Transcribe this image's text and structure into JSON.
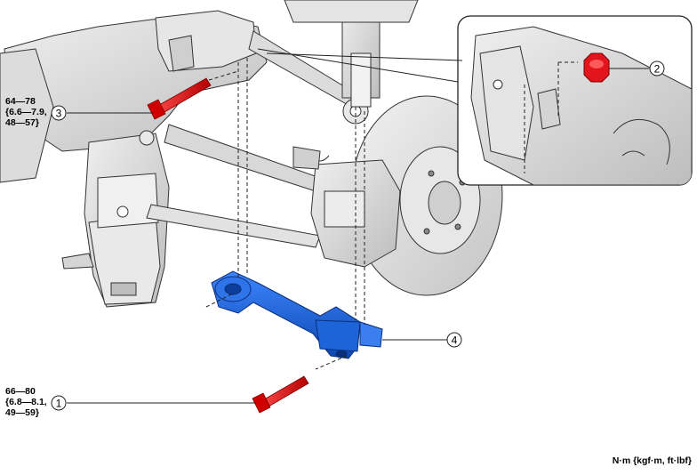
{
  "callouts": [
    {
      "number": "1"
    },
    {
      "number": "2"
    },
    {
      "number": "3"
    },
    {
      "number": "4"
    }
  ],
  "torque_specs": {
    "bolt_3": {
      "lines": [
        "64—78",
        "{6.6—7.9,",
        "48—57}"
      ]
    },
    "bolt_1": {
      "lines": [
        "66—80",
        "{6.8—8.1,",
        "49—59}"
      ]
    }
  },
  "units_label": "N·m {kgf·m, ft·lbf}",
  "colors": {
    "highlight_part": "#1a5fd6",
    "fastener": "#e3141b",
    "assembly_gray": "#d9d9d9",
    "outline": "#222222"
  }
}
